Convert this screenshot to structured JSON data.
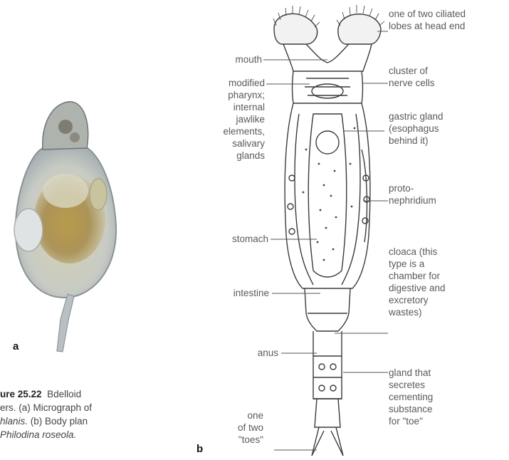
{
  "panel_a_letter": "a",
  "panel_b_letter": "b",
  "caption": {
    "figure_number": "ure 25.22",
    "line1_rest": "Bdelloid",
    "line2": "ers. (a) Micrograph of",
    "line3_genus": "hlanis.",
    "line3_rest": "(b) Body plan",
    "line4_species": "Philodina roseola."
  },
  "labels_left": {
    "mouth": "mouth",
    "pharynx": "modified\npharynx;\ninternal\njawlike\nelements,\nsalivary\nglands",
    "stomach": "stomach",
    "intestine": "intestine",
    "anus": "anus",
    "toes": "one\nof two\n\"toes\""
  },
  "labels_right": {
    "ciliated_lobes": "one of two ciliated\nlobes at head end",
    "nerve_cells": "cluster of\nnerve cells",
    "gastric_gland": "gastric gland\n(esophagus\nbehind it)",
    "protonephridium": "proto-\nnephridium",
    "cloaca": "cloaca (this\ntype is a\nchamber for\ndigestive and\nexcretory\nwastes)",
    "gland_toe": "gland that\nsecretes\ncementing\nsubstance\nfor \"toe\""
  },
  "colors": {
    "outline": "#3a3a3a",
    "micrograph_bg": "#c9d3da",
    "micrograph_body": "#b8b89e",
    "micrograph_stomach": "#b49a4a"
  }
}
